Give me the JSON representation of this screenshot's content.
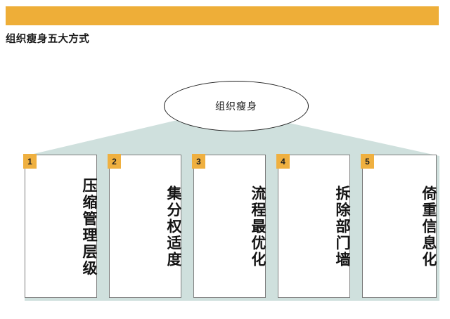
{
  "theme": {
    "accent_bar_color": "#eeae38",
    "badge_color": "#efb040",
    "roof_color": "#cfe0dd",
    "pillar_border_color": "#7d7d7d",
    "text_color": "#1a1a1a"
  },
  "header": {
    "title": "组织瘦身五大方式"
  },
  "diagram": {
    "center": {
      "label": "组织瘦身"
    },
    "pillars": [
      {
        "number": "1",
        "label": "压缩管理层级"
      },
      {
        "number": "2",
        "label": "集分权适度"
      },
      {
        "number": "3",
        "label": "流程最优化"
      },
      {
        "number": "4",
        "label": "拆除部门墙"
      },
      {
        "number": "5",
        "label": "倚重信息化"
      }
    ]
  }
}
